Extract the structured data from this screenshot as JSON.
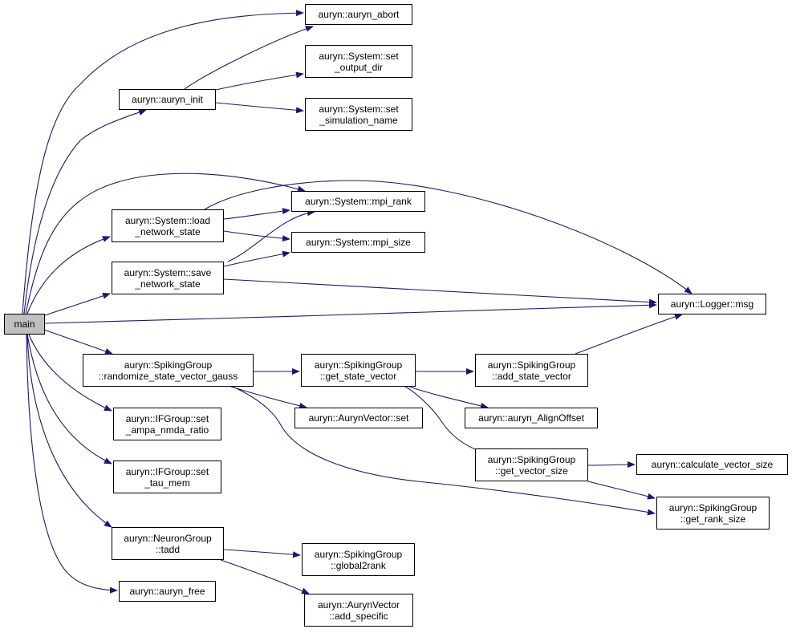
{
  "colors": {
    "edge": "#191970",
    "root_fill": "#bfbfbf",
    "node_fill": "#ffffff",
    "border": "#000000"
  },
  "nodes": {
    "main": {
      "lines": [
        "main"
      ]
    },
    "auryn_abort": {
      "lines": [
        "auryn::auryn_abort"
      ]
    },
    "set_output_dir": {
      "lines": [
        "auryn::System::set",
        "_output_dir"
      ]
    },
    "auryn_init": {
      "lines": [
        "auryn::auryn_init"
      ]
    },
    "set_simulation_name": {
      "lines": [
        "auryn::System::set",
        "_simulation_name"
      ]
    },
    "mpi_rank": {
      "lines": [
        "auryn::System::mpi_rank"
      ]
    },
    "load_network_state": {
      "lines": [
        "auryn::System::load",
        "_network_state"
      ]
    },
    "mpi_size": {
      "lines": [
        "auryn::System::mpi_size"
      ]
    },
    "save_network_state": {
      "lines": [
        "auryn::System::save",
        "_network_state"
      ]
    },
    "logger_msg": {
      "lines": [
        "auryn::Logger::msg"
      ]
    },
    "randomize_state_vector_gauss": {
      "lines": [
        "auryn::SpikingGroup",
        "::randomize_state_vector_gauss"
      ]
    },
    "get_state_vector": {
      "lines": [
        "auryn::SpikingGroup",
        "::get_state_vector"
      ]
    },
    "add_state_vector": {
      "lines": [
        "auryn::SpikingGroup",
        "::add_state_vector"
      ]
    },
    "auryn_vector_set": {
      "lines": [
        "auryn::AurynVector::set"
      ]
    },
    "auryn_align_offset": {
      "lines": [
        "auryn::auryn_AlignOffset"
      ]
    },
    "set_ampa_nmda_ratio": {
      "lines": [
        "auryn::IFGroup::set",
        "_ampa_nmda_ratio"
      ]
    },
    "get_vector_size": {
      "lines": [
        "auryn::SpikingGroup",
        "::get_vector_size"
      ]
    },
    "calculate_vector_size": {
      "lines": [
        "auryn::calculate_vector_size"
      ]
    },
    "set_tau_mem": {
      "lines": [
        "auryn::IFGroup::set",
        "_tau_mem"
      ]
    },
    "get_rank_size": {
      "lines": [
        "auryn::SpikingGroup",
        "::get_rank_size"
      ]
    },
    "tadd": {
      "lines": [
        "auryn::NeuronGroup",
        "::tadd"
      ]
    },
    "global2rank": {
      "lines": [
        "auryn::SpikingGroup",
        "::global2rank"
      ]
    },
    "auryn_free": {
      "lines": [
        "auryn::auryn_free"
      ]
    },
    "add_specific": {
      "lines": [
        "auryn::AurynVector",
        "::add_specific"
      ]
    }
  },
  "edges": [
    [
      "main",
      "auryn_abort"
    ],
    [
      "main",
      "auryn_init"
    ],
    [
      "auryn_init",
      "auryn_abort"
    ],
    [
      "auryn_init",
      "set_output_dir"
    ],
    [
      "auryn_init",
      "set_simulation_name"
    ],
    [
      "main",
      "mpi_rank"
    ],
    [
      "main",
      "load_network_state"
    ],
    [
      "load_network_state",
      "mpi_rank"
    ],
    [
      "load_network_state",
      "mpi_size"
    ],
    [
      "load_network_state",
      "logger_msg"
    ],
    [
      "main",
      "save_network_state"
    ],
    [
      "save_network_state",
      "mpi_rank"
    ],
    [
      "save_network_state",
      "mpi_size"
    ],
    [
      "save_network_state",
      "logger_msg"
    ],
    [
      "main",
      "logger_msg"
    ],
    [
      "main",
      "randomize_state_vector_gauss"
    ],
    [
      "randomize_state_vector_gauss",
      "get_state_vector"
    ],
    [
      "randomize_state_vector_gauss",
      "auryn_vector_set"
    ],
    [
      "randomize_state_vector_gauss",
      "get_rank_size"
    ],
    [
      "get_state_vector",
      "add_state_vector"
    ],
    [
      "get_state_vector",
      "auryn_align_offset"
    ],
    [
      "get_state_vector",
      "get_vector_size"
    ],
    [
      "add_state_vector",
      "logger_msg"
    ],
    [
      "get_vector_size",
      "calculate_vector_size"
    ],
    [
      "get_vector_size",
      "get_rank_size"
    ],
    [
      "main",
      "set_ampa_nmda_ratio"
    ],
    [
      "main",
      "set_tau_mem"
    ],
    [
      "main",
      "tadd"
    ],
    [
      "tadd",
      "global2rank"
    ],
    [
      "tadd",
      "add_specific"
    ],
    [
      "main",
      "auryn_free"
    ]
  ]
}
